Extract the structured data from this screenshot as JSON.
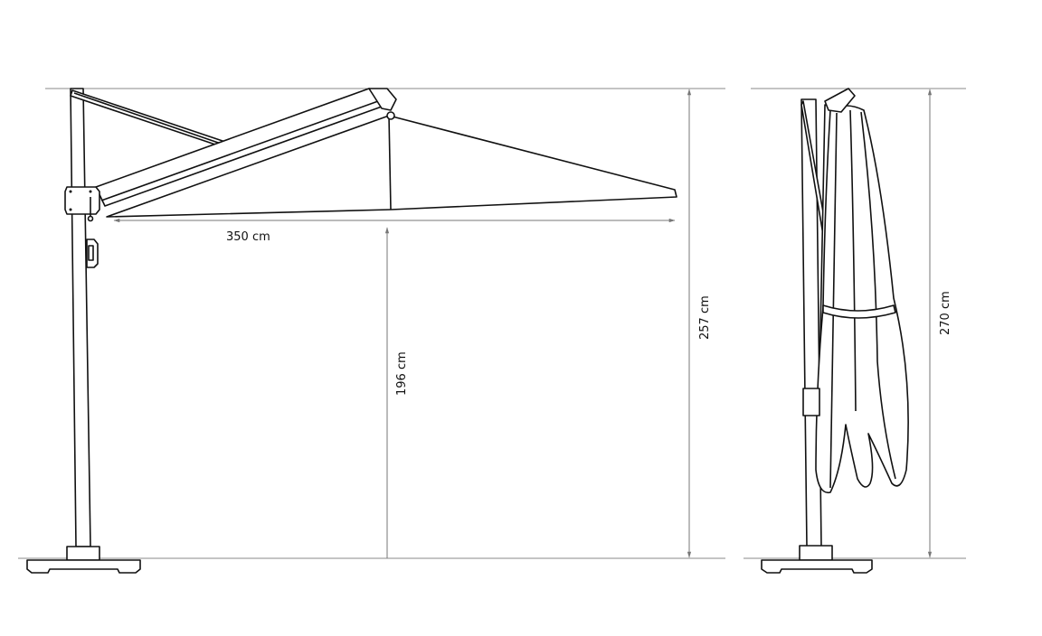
{
  "dimensions": {
    "span_label": "350 cm",
    "clearance_label": "196 cm",
    "open_height_label": "257 cm",
    "closed_height_label": "270 cm"
  },
  "colors": {
    "line": "#111111",
    "reference": "#888888",
    "background": "#ffffff"
  }
}
